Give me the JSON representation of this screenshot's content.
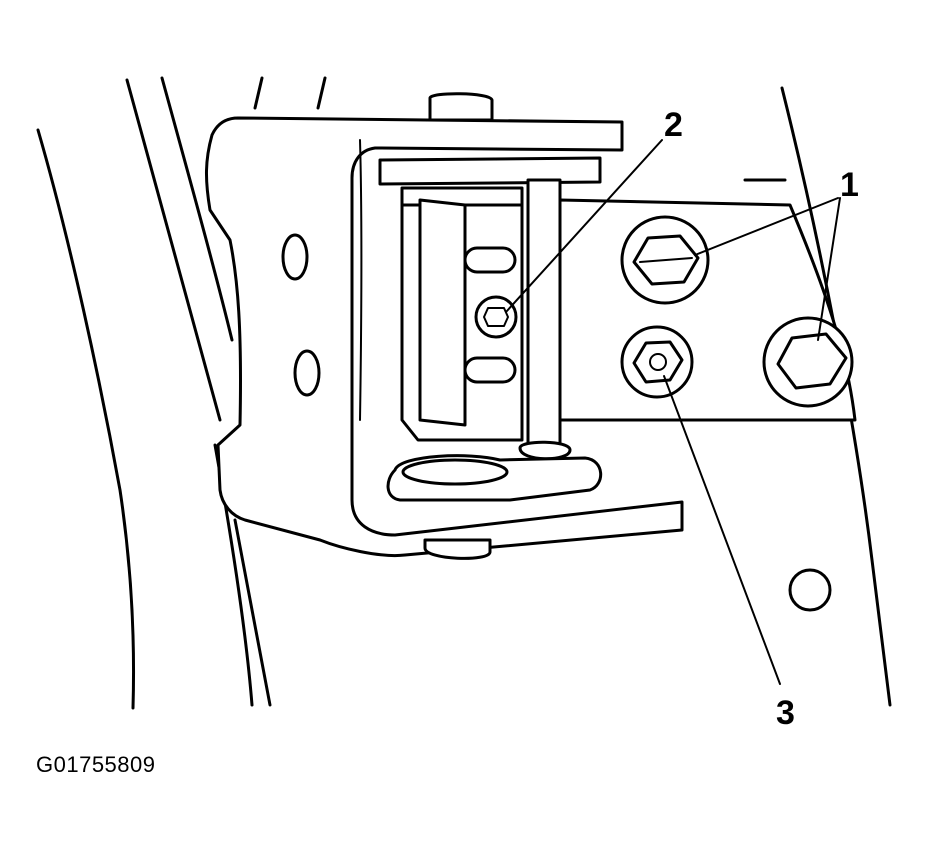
{
  "figure": {
    "code": "G01755809",
    "callouts": [
      {
        "id": "1",
        "label": "1"
      },
      {
        "id": "2",
        "label": "2"
      },
      {
        "id": "3",
        "label": "3"
      }
    ]
  }
}
